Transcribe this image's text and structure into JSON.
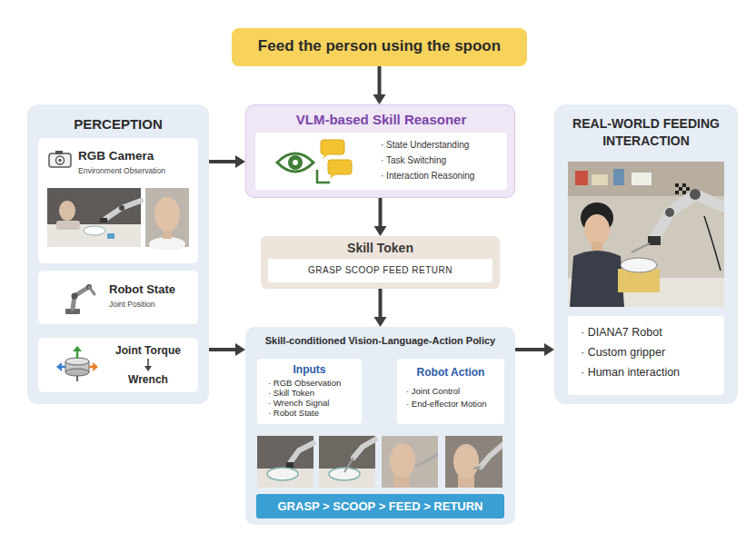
{
  "diagram": {
    "nodes": [
      {
        "text": [
          "Feed the person using the spoon"
        ]
      },
      {
        "text": [
          "PERCEPTION"
        ]
      },
      {
        "text": [
          "RGB Camera",
          "Environment Observation"
        ],
        "in": 1
      },
      {
        "text": [
          "Robot State",
          "Joint Position"
        ],
        "in": 1
      },
      {
        "text": [
          "Joint Torque",
          "Wrench"
        ],
        "in": 1
      },
      {
        "text": [
          "VLM-based Skill Reasoner"
        ]
      },
      {
        "text": [
          "· State Understanding",
          "· Task Switching",
          "· Interaction Reasoning"
        ],
        "in": 5
      },
      {
        "text": [
          "Skill Token"
        ]
      },
      {
        "text": [
          "GRASP SCOOP FEED RETURN"
        ],
        "in": 7
      },
      {
        "text": [
          "Skill-conditioned Vision-Language-Action Policy"
        ]
      },
      {
        "text": [
          "Inputs",
          "· RGB Observation",
          "· Skill Token",
          "· Wrench Signal",
          "· Robot State"
        ],
        "in": 9
      },
      {
        "text": [
          "Robot Action",
          "· Joint Control",
          "· End-effector Motion"
        ],
        "in": 9
      },
      {
        "text": [
          "GRASP > SCOOP > FEED > RETURN"
        ],
        "in": 9
      },
      {
        "text": [
          "REAL-WORLD FEEDING INTERACTION"
        ]
      },
      {
        "text": [
          "· DIANA7 Robot",
          "· Custom gripper",
          "· Human interaction"
        ],
        "in": 13
      }
    ],
    "edges": [
      {
        "from": 0,
        "to": 5,
        "arrow": "to"
      },
      {
        "from": 1,
        "to": 5,
        "arrow": "to"
      },
      {
        "from": 5,
        "to": 7,
        "arrow": "to"
      },
      {
        "from": 7,
        "to": 9,
        "arrow": "to"
      },
      {
        "from": 1,
        "to": 9,
        "arrow": "to"
      },
      {
        "from": 10,
        "to": 11,
        "arrow": "to"
      },
      {
        "from": 9,
        "to": 13,
        "arrow": "to"
      }
    ]
  }
}
